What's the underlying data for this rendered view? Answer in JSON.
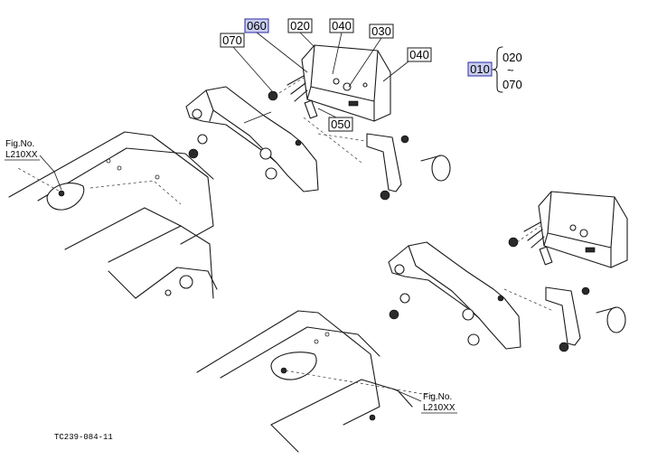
{
  "labels": {
    "c060": "060",
    "c020": "020",
    "c040a": "040",
    "c030": "030",
    "c070": "070",
    "c040b": "040",
    "c050": "050",
    "c010": "010",
    "range_from": "020",
    "range_tilde": "~",
    "range_to": "070"
  },
  "fig_refs": {
    "left_title": "Fig.No.",
    "left_code": "L210XX",
    "right_title": "Fig.No.",
    "right_code": "L210XX"
  },
  "drawing_code": "TC239-084-11",
  "colors": {
    "highlight_fill": "#c9cdf0",
    "highlight_stroke": "#2a2aa0",
    "line": "#1a1a1a"
  }
}
